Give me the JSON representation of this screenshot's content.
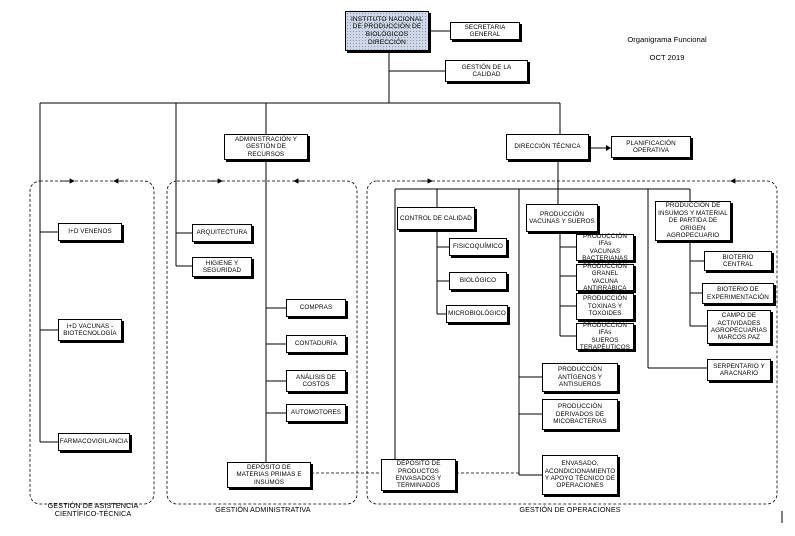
{
  "header": {
    "title_line1": "Organigrama Funcional",
    "title_line2": "OCT 2019"
  },
  "units": {
    "root": "INSTITUTO NACIONAL\nDE PRODUCCIÓN DE\nBIOLÓGICOS\nDIRECCIÓN",
    "secretaria": "SECRETARIA\nGENERAL",
    "gestion_calidad": "GESTIÓN DE LA CALIDAD",
    "administracion": "ADMINISTRACIÓN Y\nGESTIÓN DE RECURSOS",
    "direccion_tecnica": "DIRECCIÓN TÉCNICA",
    "planificacion": "PLANIFICACIÓN\nOPERATIVA",
    "ipe_venenos": "I+D VENENOS",
    "ipd_vacunas": "I+D VACUNAS -\nBIOTECNOLOGÍA",
    "farmacovigilancia": "FARMACOVIGILANCIA",
    "arquitectura": "ARQUITECTURA",
    "higiene": "HIGIENE Y\nSEGURIDAD",
    "compras": "COMPRAS",
    "contaduria": "CONTADURÍA",
    "analisis_costos": "ANÁLISIS DE\nCOSTOS",
    "automotores": "AUTOMOTORES",
    "deposito_mp": "DEPÓSITO DE\nMATERIAS PRIMAS E\nINSUMOS",
    "control_calidad": "CONTROL DE CALIDAD",
    "fisicoquimico": "FISICOQUÍMICO",
    "biologico": "BIOLÓGICO",
    "microbiologico": "MICROBIOLÓGICO",
    "deposito_prod": "DEPÓSITO DE\nPRODUCTOS\nENVASADOS Y\nTERMINADOS",
    "prod_vacunas_sueros": "PRODUCCIÓN\nVACUNAS Y SUEROS",
    "prod_ifa_vac_bact": "PRODUCCIÓN IFAs\nVACUNAS\nBACTERIANAS",
    "prod_granel_antirrabica": "PRODUCCIÓN\nGRANEL VACUNA\nANTIRRÁBICA",
    "prod_toxinas": "PRODUCCIÓN\nTOXINAS Y\nTOXOIDES",
    "prod_ifa_sueros": "PRODUCCIÓN IFAs\nSUEROS\nTERAPÉUTICOS",
    "prod_antigenos": "PRODUCCIÓN\nANTÍGENOS Y\nANTISUEROS",
    "prod_derivados": "PRODUCCIÓN\nDERIVADOS DE\nMICOBACTERIAS",
    "envasado": "ENVASADO,\nACONDICIONAMIENTO\nY APOYO TÉCNICO DE\nOPERACIONES",
    "prod_insumos": "PRODUCCIÓN DE\nINSUMOS Y MATERIAL\nDE PARTIDA DE\nORIGEN\nAGROPECUARIO",
    "bioterio_central": "BIOTERIO CENTRAL",
    "bioterio_exp": "BIOTERIO DE\nEXPERIMENTACIÓN",
    "campo": "CAMPO DE\nACTIVIDADES\nAGROPECUARIAS\nMARCOS PAZ",
    "serpentario": "SERPENTARIO Y\nARACNARIO"
  },
  "groups": {
    "asistencia": "GESTIÓN DE ASISTENCIA\nCIENTÍFICO-TÉCNICA",
    "administrativa": "GESTIÓN ADMINISTRATIVA",
    "operaciones": "GESTIÓN DE OPERACIONES"
  }
}
